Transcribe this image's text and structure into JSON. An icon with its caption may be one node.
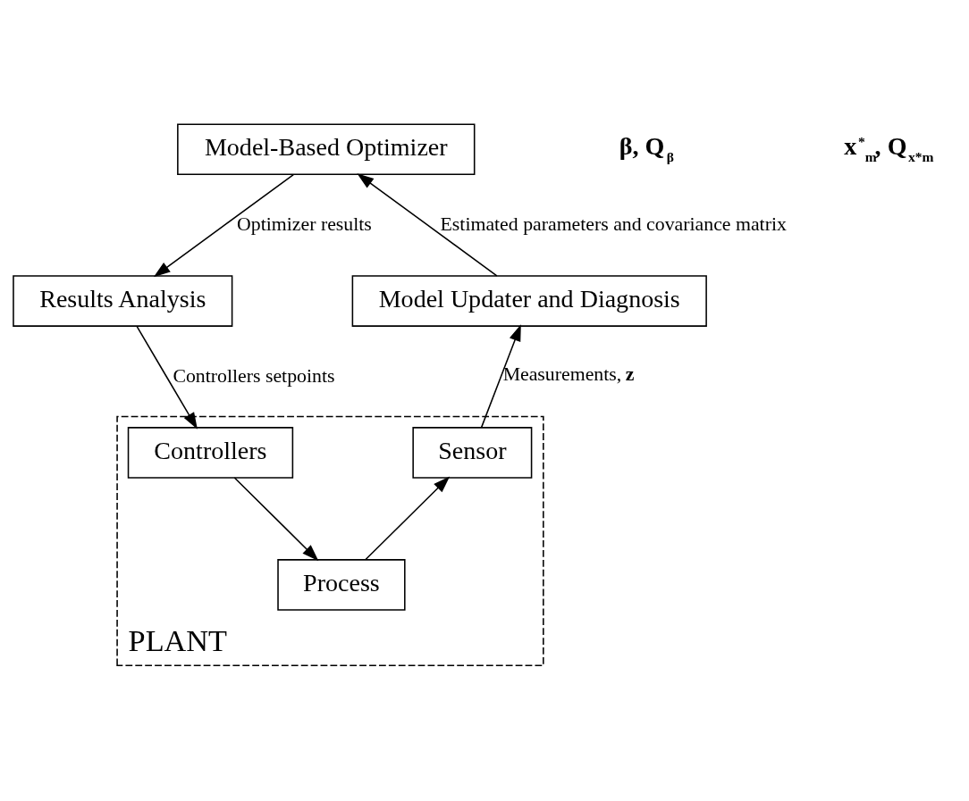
{
  "diagram": {
    "nodes": [
      {
        "text": [
          "Model-Based Optimizer"
        ]
      },
      {
        "text": [
          "Results Analysis"
        ]
      },
      {
        "text": [
          "Model Updater and Diagnosis"
        ]
      },
      {
        "text": [
          "PLANT"
        ]
      },
      {
        "text": [
          "Sensor"
        ],
        "in": 3
      },
      {
        "text": [
          "Controllers"
        ],
        "in": 3
      },
      {
        "text": [
          "Process"
        ],
        "in": 3
      }
    ],
    "edges": [
      {
        "from": 2,
        "to": 0,
        "arrow": "to",
        "label": "Estimated parameters and covariance matrix"
      },
      {
        "from": 0,
        "to": 1,
        "arrow": "to",
        "label": "Optimizer results"
      },
      {
        "from": 1,
        "to": 5,
        "arrow": "to",
        "label": "Controllers setpoints"
      },
      {
        "from": 5,
        "to": 6,
        "arrow": "to"
      },
      {
        "from": 6,
        "to": 4,
        "arrow": "to"
      },
      {
        "from": 4,
        "to": 2,
        "arrow": "to",
        "label": "Measurements, **z**"
      }
    ],
    "labels": [
      "β, Q$_{β}$",
      "x$^{*}$$_{m}$, Q$_{x*m}$"
    ]
  }
}
